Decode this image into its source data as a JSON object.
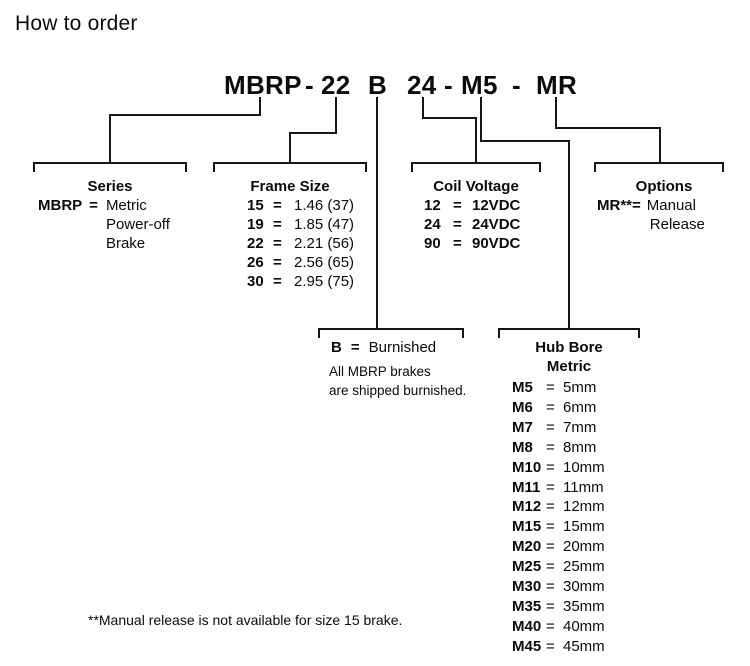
{
  "page": {
    "title": "How to order",
    "footnote": "**Manual release is not available for size 15 brake."
  },
  "symbols": {
    "equals": "="
  },
  "order_code": {
    "series": "MBRP",
    "separator": "-",
    "frame_size": "22",
    "burnish": "B",
    "coil_voltage": "24",
    "hub_bore": "M5",
    "options": "MR"
  },
  "series": {
    "title": "Series",
    "code": "MBRP",
    "value_lines": [
      "Metric",
      "Power-off",
      "Brake"
    ]
  },
  "frame_size": {
    "title": "Frame Size",
    "rows": [
      {
        "code": "15",
        "value": "1.46 (37)"
      },
      {
        "code": "19",
        "value": "1.85 (47)"
      },
      {
        "code": "22",
        "value": "2.21 (56)"
      },
      {
        "code": "26",
        "value": "2.56 (65)"
      },
      {
        "code": "30",
        "value": "2.95 (75)"
      }
    ]
  },
  "coil_voltage": {
    "title": "Coil Voltage",
    "rows": [
      {
        "code": "12",
        "value": "12VDC"
      },
      {
        "code": "24",
        "value": "24VDC"
      },
      {
        "code": "90",
        "value": "90VDC"
      }
    ]
  },
  "options": {
    "title": "Options",
    "code": "MR**=",
    "value_lines": [
      "Manual",
      "Release"
    ]
  },
  "burnished": {
    "code": "B",
    "value": "Burnished",
    "note_lines": [
      "All MBRP brakes",
      "are shipped burnished."
    ]
  },
  "hub_bore": {
    "title_line1": "Hub Bore",
    "title_line2": "Metric",
    "rows": [
      {
        "code": "M5",
        "value": "5mm"
      },
      {
        "code": "M6",
        "value": "6mm"
      },
      {
        "code": "M7",
        "value": "7mm"
      },
      {
        "code": "M8",
        "value": "8mm"
      },
      {
        "code": "M10",
        "value": "10mm"
      },
      {
        "code": "M11",
        "value": "11mm"
      },
      {
        "code": "M12",
        "value": "12mm"
      },
      {
        "code": "M15",
        "value": "15mm"
      },
      {
        "code": "M20",
        "value": "20mm"
      },
      {
        "code": "M25",
        "value": "25mm"
      },
      {
        "code": "M30",
        "value": "30mm"
      },
      {
        "code": "M35",
        "value": "35mm"
      },
      {
        "code": "M40",
        "value": "40mm"
      },
      {
        "code": "M45",
        "value": "45mm"
      }
    ]
  }
}
